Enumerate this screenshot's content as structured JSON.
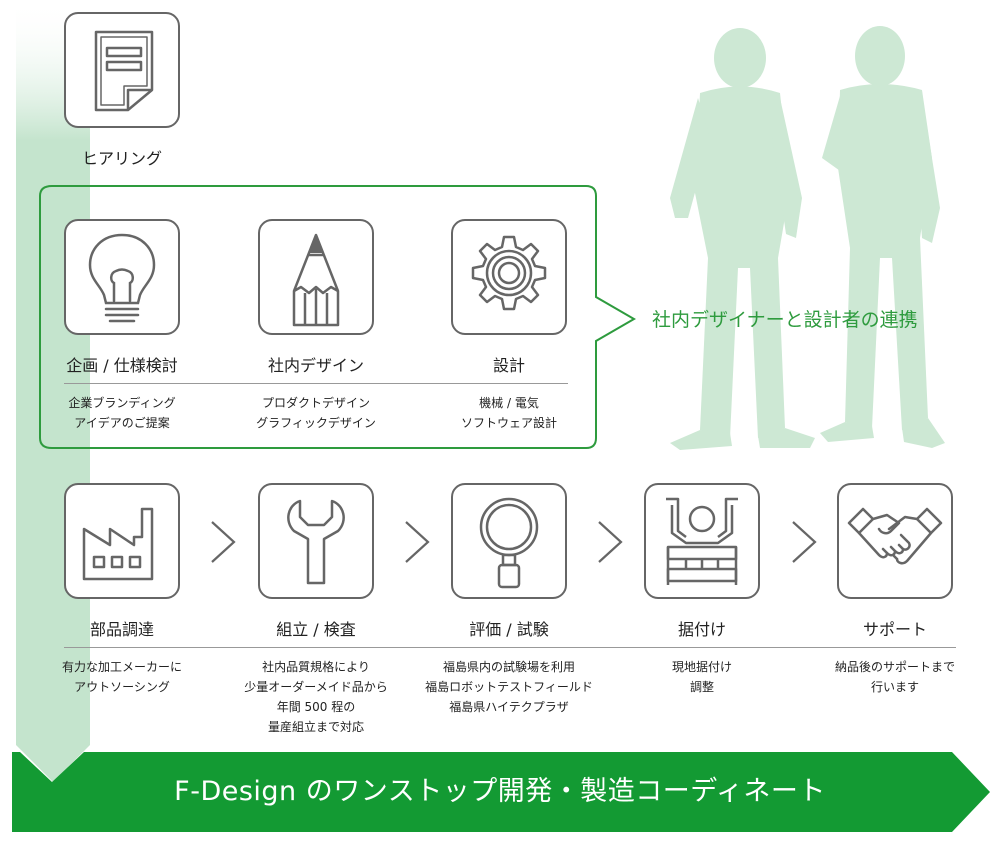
{
  "flow_title": "F-Design のワンストップ開発・製造コーディネート",
  "callout": "社内デザイナーと設計者の連携",
  "steps": {
    "hearing": {
      "label": "ヒアリング",
      "icon": "document-icon"
    },
    "planning": {
      "label": "企画 / 仕様検討",
      "icon": "light-bulb-icon",
      "sub": [
        "企業ブランディング",
        "アイデアのご提案"
      ]
    },
    "design": {
      "label": "社内デザイン",
      "icon": "pencil-icon",
      "sub": [
        "プロダクトデザイン",
        "グラフィックデザイン"
      ]
    },
    "engineering": {
      "label": "設計",
      "icon": "gear-icon",
      "sub": [
        "機械 / 電気",
        "ソフトウェア設計"
      ]
    },
    "parts": {
      "label": "部品調達",
      "icon": "factory-icon",
      "sub": [
        "有力な加工メーカーに",
        "アウトソーシング"
      ]
    },
    "assembly": {
      "label": "組立 / 検査",
      "icon": "wrench-icon",
      "sub": [
        "社内品質規格により",
        "少量オーダーメイド品から",
        "年間 500 程の",
        "量産組立まで対応"
      ]
    },
    "evaluation": {
      "label": "評価 / 試験",
      "icon": "magnifier-icon",
      "sub": [
        "福島県内の試験場を利用",
        "福島ロボットテストフィールド",
        "福島県ハイテクプラザ"
      ]
    },
    "installation": {
      "label": "据付け",
      "icon": "worker-lifting-icon",
      "sub": [
        "現地据付け",
        "調整"
      ]
    },
    "support": {
      "label": "サポート",
      "icon": "handshake-icon",
      "sub": [
        "納品後のサポートまで",
        "行います"
      ]
    }
  },
  "colors": {
    "accent_green": "#2e9b3e",
    "banner_green": "#139a33",
    "light_green": "#c4e4cd",
    "icon_stroke": "#666666"
  }
}
